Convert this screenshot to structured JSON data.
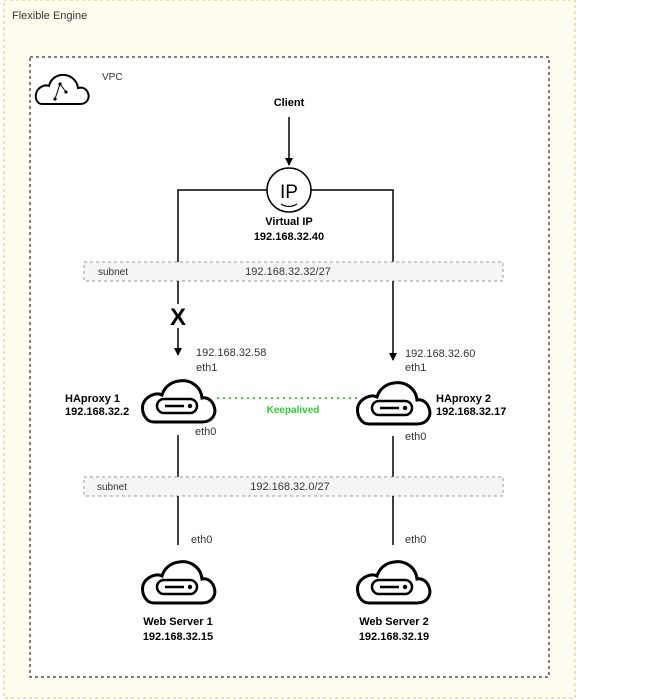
{
  "outer_group": {
    "label": "Flexible Engine",
    "border_color": "#f0c050",
    "fill": "#fffcf0"
  },
  "vpc": {
    "label": "VPC",
    "icon": "vpc-cloud-icon"
  },
  "client": {
    "label": "Client"
  },
  "virtual_ip": {
    "name": "Virtual IP",
    "address": "192.168.32.40",
    "icon_text": "IP"
  },
  "subnets": [
    {
      "label": "subnet",
      "cidr": "192.168.32.32/27"
    },
    {
      "label": "subnet",
      "cidr": "192.168.32.0/27"
    }
  ],
  "failure_marker": "X",
  "haproxy": [
    {
      "name": "HAproxy 1",
      "address": "192.168.32.2",
      "eth1_ip": "192.168.32.58",
      "eth1": "eth1",
      "eth0": "eth0",
      "icon": "server-cloud-icon"
    },
    {
      "name": "HAproxy 2",
      "address": "192.168.32.17",
      "eth1_ip": "192.168.32.60",
      "eth1": "eth1",
      "eth0": "eth0",
      "icon": "server-cloud-icon"
    }
  ],
  "keepalived": {
    "label": "Keepalived",
    "color": "#33cc33"
  },
  "webservers": [
    {
      "name": "Web Server 1",
      "address": "192.168.32.15",
      "eth0": "eth0",
      "icon": "server-cloud-icon"
    },
    {
      "name": "Web Server 2",
      "address": "192.168.32.19",
      "eth0": "eth0",
      "icon": "server-cloud-icon"
    }
  ]
}
